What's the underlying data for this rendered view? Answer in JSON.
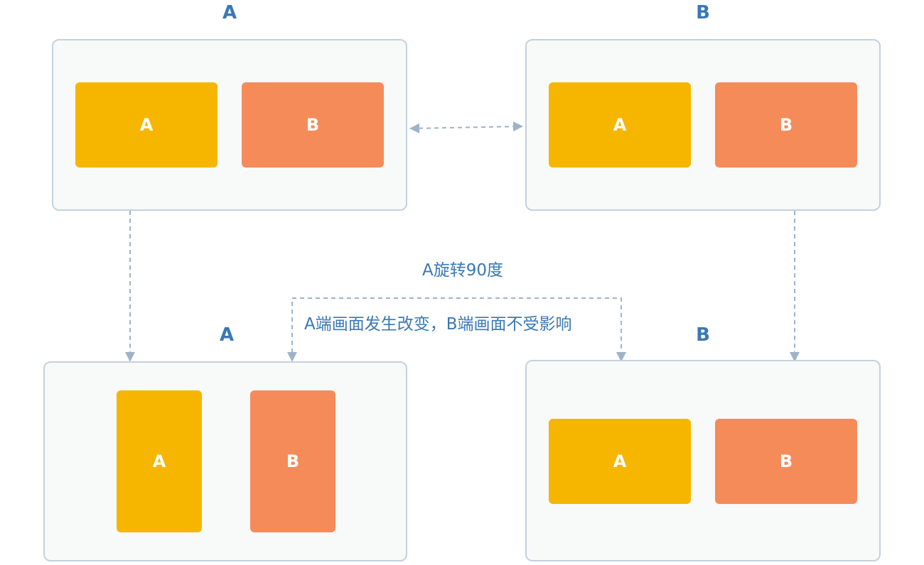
{
  "top_left": {
    "title": "A",
    "tile_a": "A",
    "tile_b": "B"
  },
  "top_right": {
    "title": "B",
    "tile_a": "A",
    "tile_b": "B"
  },
  "bottom_left": {
    "title": "A",
    "tile_a": "A",
    "tile_b": "B"
  },
  "bottom_right": {
    "title": "B",
    "tile_a": "A",
    "tile_b": "B"
  },
  "annotations": {
    "rotation": "A旋转90度",
    "result": "A端画面发生改变，B端画面不受影响"
  },
  "colors": {
    "title_text": "#3a78b5",
    "panel_border": "#c3d1df",
    "panel_fill": "#f8f9f9",
    "tile_a": "#f6b600",
    "tile_b": "#f68b5a",
    "connector": "#9fb3c8"
  }
}
